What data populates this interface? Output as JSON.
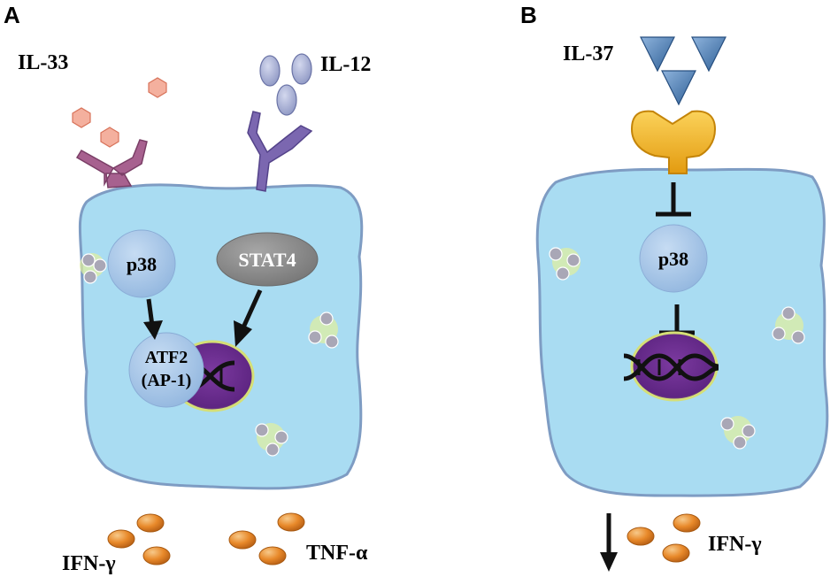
{
  "panel_a": {
    "letter": "A",
    "ligand_left": "IL-33",
    "ligand_right": "IL-12",
    "kinase": "p38",
    "factor": "STAT4",
    "tf_line1": "ATF2",
    "tf_line2": "(AP-1)",
    "output_left": "IFN-γ",
    "output_right": "TNF-α"
  },
  "panel_b": {
    "letter": "B",
    "ligand": "IL-37",
    "kinase": "p38",
    "output": "IFN-γ"
  },
  "colors": {
    "cell_fill": "#a9dcf2",
    "cell_border": "#7e9cc3",
    "nucleus": "#6a2a8a",
    "kinase_fill": "#a6c8ea",
    "stat4_fill": "#8c8c8c",
    "il33_receptor": "#a7618f",
    "il12_receptor": "#7b67b0",
    "il37_receptor": "#f0b321",
    "il37_ligand": "#3d6fa6",
    "il33_ligand": "#f4b09e",
    "il12_ligand": "#a9b2d6",
    "cytokine": "#e58a28",
    "vesicle": "#a9a7b6"
  }
}
